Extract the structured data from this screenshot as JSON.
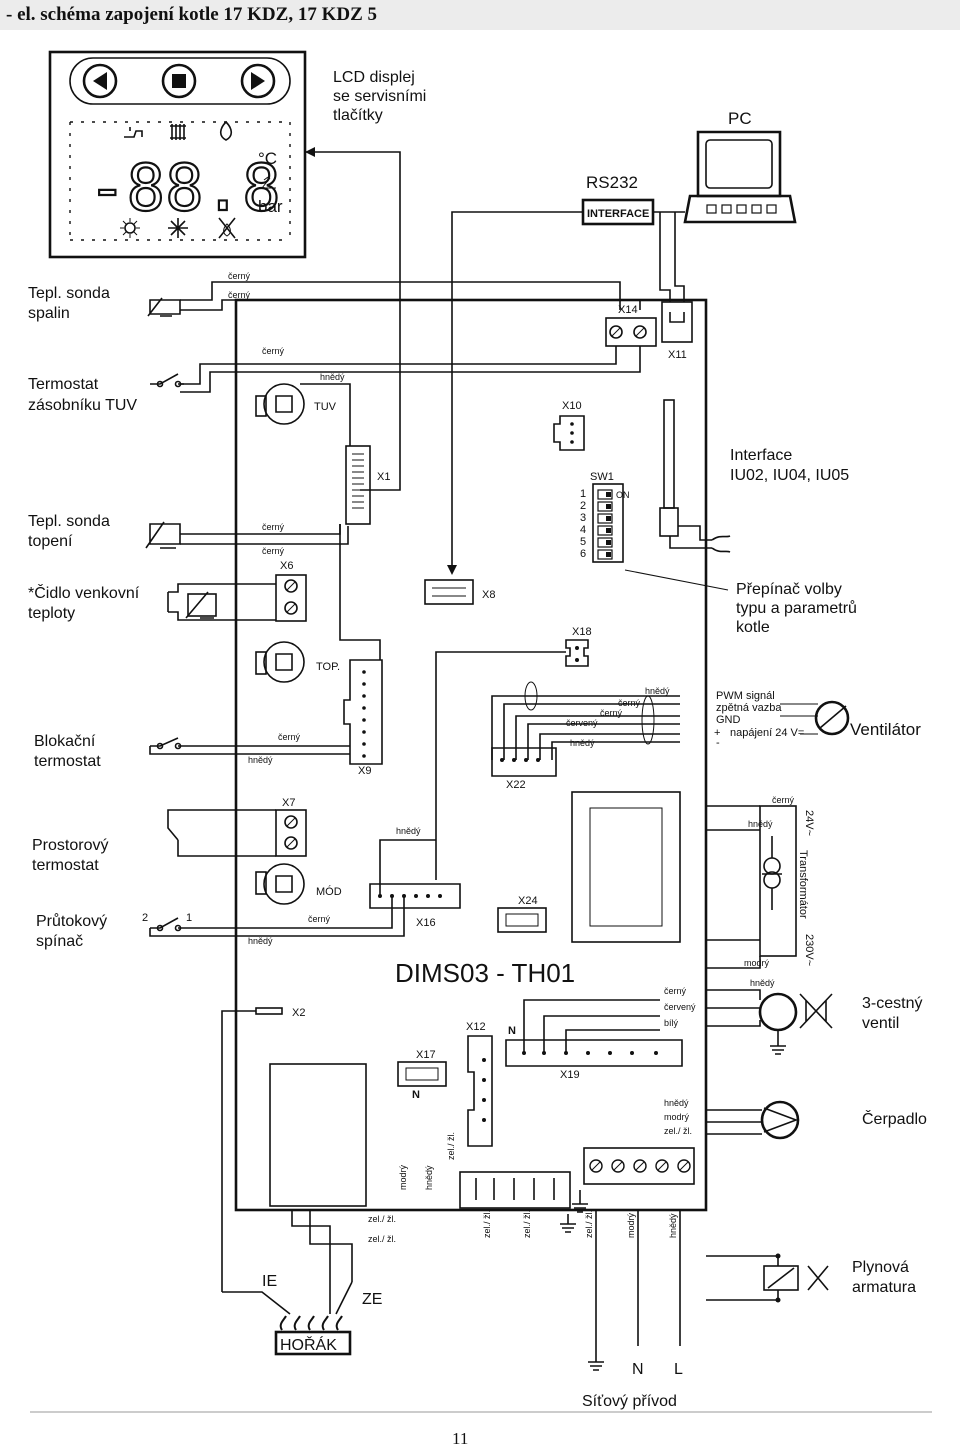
{
  "header": {
    "title": "- el. schéma zapojení kotle 17 KDZ, 17 KDZ 5"
  },
  "display": {
    "label_line1": "LCD displej",
    "label_line2": "se servisními",
    "label_line3": "tlačítky",
    "digits": "-88.8",
    "unit_c": "°C",
    "unit_bar": "bar"
  },
  "pc": {
    "label": "PC",
    "rs232": "RS232",
    "interface": "INTERFACE"
  },
  "left_labels": {
    "sonda_spalin_1": "Tepl. sonda",
    "sonda_spalin_2": "spalin",
    "termostat_tuv_1": "Termostat",
    "termostat_tuv_2": "zásobníku TUV",
    "sonda_topeni_1": "Tepl. sonda",
    "sonda_topeni_2": "topení",
    "venkovni_1": "*Čidlo venkovní",
    "venkovni_2": "teploty",
    "blokacni_1": "Blokační",
    "blokacni_2": "termostat",
    "prostorovy_1": "Prostorový",
    "prostorovy_2": "termostat",
    "prutokovy_1": "Průtokový",
    "prutokovy_2": "spínač",
    "prut_pin2": "2",
    "prut_pin1": "1"
  },
  "right_labels": {
    "interface_1": "Interface",
    "interface_2": "IU02, IU04, IU05",
    "prepinac_1": "Přepínač volby",
    "prepinac_2": "typu a parametrů",
    "prepinac_3": "kotle",
    "pwm": "PWM signál",
    "zpetna": "zpětná vazba",
    "gnd": "GND",
    "napajeni": "napájení 24 V=",
    "plus": "+",
    "minus": "-",
    "ventilator": "Ventilátor",
    "v24": "24V~",
    "transformator": "Transformátor",
    "v230": "230V~",
    "trojcestny_1": "3-cestný",
    "trojcestny_2": "ventil",
    "cerpadlo": "Čerpadlo",
    "plynova_1": "Plynová",
    "plynova_2": "armatura"
  },
  "board": {
    "name": "DIMS03 - TH01",
    "tuv": "TUV",
    "top": "TOP.",
    "mod": "MÓD",
    "connectors": {
      "x1": "X1",
      "x2": "X2",
      "x6": "X6",
      "x7": "X7",
      "x8": "X8",
      "x9": "X9",
      "x10": "X10",
      "x11": "X11",
      "x12": "X12",
      "x14": "X14",
      "x16": "X16",
      "x17": "X17",
      "x18": "X18",
      "x19": "X19",
      "x22": "X22",
      "x24": "X24",
      "sw1": "SW1",
      "on": "ON",
      "n1": "N",
      "n2": "N"
    },
    "sw_numbers": [
      "1",
      "2",
      "3",
      "4",
      "5",
      "6"
    ]
  },
  "wires": {
    "cerny": "černý",
    "hnedy": "hnědý",
    "cerveny": "červený",
    "modry": "modrý",
    "bily": "bílý",
    "zelzl": "zel./ žl."
  },
  "burner": {
    "ie": "IE",
    "ze": "ZE",
    "horak": "HOŘÁK"
  },
  "mains": {
    "n": "N",
    "l": "L",
    "sitovy": "Síťový přívod"
  },
  "page_number": "11"
}
